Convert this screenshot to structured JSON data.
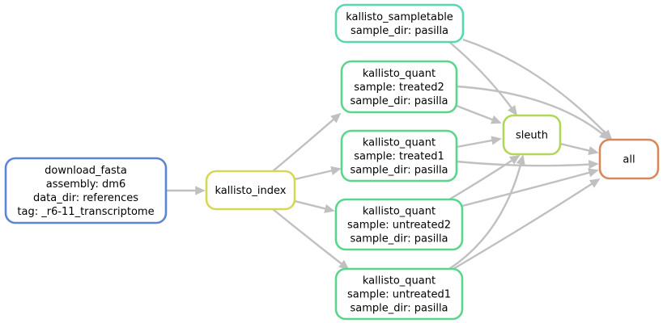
{
  "graph": {
    "nodes": [
      {
        "id": "download_fasta",
        "lines": [
          "download_fasta",
          "assembly: dm6",
          "data_dir: references",
          "tag: _r6-11_transcriptome"
        ],
        "color": "#5a86d6"
      },
      {
        "id": "kallisto_index",
        "lines": [
          "kallisto_index"
        ],
        "color": "#d6d65a"
      },
      {
        "id": "kallisto_sampletable",
        "lines": [
          "kallisto_sampletable",
          "sample_dir: pasilla"
        ],
        "color": "#5ad6b0"
      },
      {
        "id": "kallisto_quant_treated2",
        "lines": [
          "kallisto_quant",
          "sample: treated2",
          "sample_dir: pasilla"
        ],
        "color": "#5ad68a"
      },
      {
        "id": "kallisto_quant_treated1",
        "lines": [
          "kallisto_quant",
          "sample: treated1",
          "sample_dir: pasilla"
        ],
        "color": "#5ad68a"
      },
      {
        "id": "kallisto_quant_untreated2",
        "lines": [
          "kallisto_quant",
          "sample: untreated2",
          "sample_dir: pasilla"
        ],
        "color": "#5ad68a"
      },
      {
        "id": "kallisto_quant_untreated1",
        "lines": [
          "kallisto_quant",
          "sample: untreated1",
          "sample_dir: pasilla"
        ],
        "color": "#5ad68a"
      },
      {
        "id": "sleuth",
        "lines": [
          "sleuth"
        ],
        "color": "#b0d65a"
      },
      {
        "id": "all",
        "lines": [
          "all"
        ],
        "color": "#d6885a"
      }
    ],
    "edges": [
      {
        "from": "download_fasta",
        "to": "kallisto_index"
      },
      {
        "from": "kallisto_index",
        "to": "kallisto_quant_treated2"
      },
      {
        "from": "kallisto_index",
        "to": "kallisto_quant_treated1"
      },
      {
        "from": "kallisto_index",
        "to": "kallisto_quant_untreated2"
      },
      {
        "from": "kallisto_index",
        "to": "kallisto_quant_untreated1"
      },
      {
        "from": "kallisto_sampletable",
        "to": "sleuth"
      },
      {
        "from": "kallisto_sampletable",
        "to": "all"
      },
      {
        "from": "kallisto_quant_treated2",
        "to": "sleuth"
      },
      {
        "from": "kallisto_quant_treated2",
        "to": "all"
      },
      {
        "from": "kallisto_quant_treated1",
        "to": "sleuth"
      },
      {
        "from": "kallisto_quant_treated1",
        "to": "all"
      },
      {
        "from": "kallisto_quant_untreated2",
        "to": "sleuth"
      },
      {
        "from": "kallisto_quant_untreated2",
        "to": "all"
      },
      {
        "from": "kallisto_quant_untreated1",
        "to": "sleuth"
      },
      {
        "from": "kallisto_quant_untreated1",
        "to": "all"
      },
      {
        "from": "sleuth",
        "to": "all"
      }
    ],
    "edge_color": "#c0c0c0"
  }
}
